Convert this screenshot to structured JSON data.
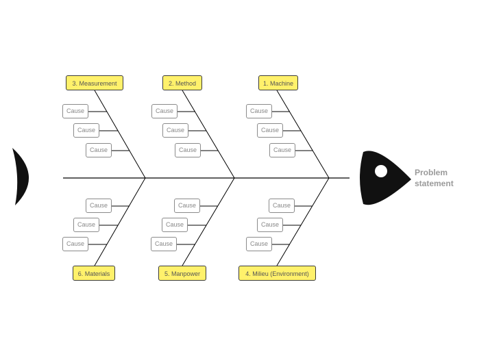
{
  "problem": {
    "line1": "Problem",
    "line2": "statement"
  },
  "categories": {
    "measurement": "3. Measurement",
    "method": "2. Method",
    "machine": "1. Machine",
    "materials": "6. Materials",
    "manpower": "5. Manpower",
    "milieu": "4. Milieu (Environment)"
  },
  "cause_label": "Cause",
  "colors": {
    "category_fill": "#fff16b",
    "outline": "#000000"
  }
}
